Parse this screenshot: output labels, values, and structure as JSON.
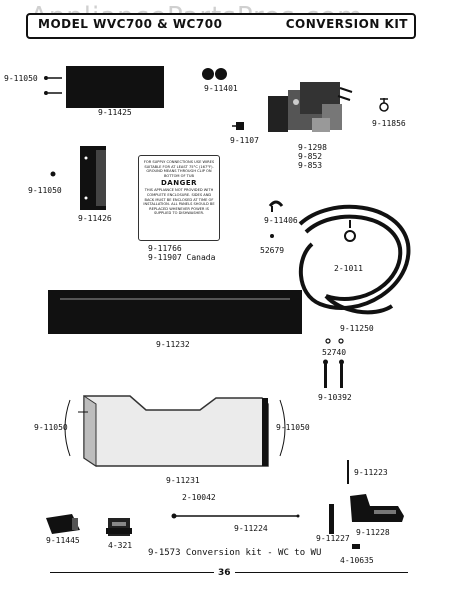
{
  "header": {
    "title_left": "MODEL WVC700 & WC700",
    "title_right": "CONVERSION KIT",
    "watermark": "AppliancePartsPros.com"
  },
  "parts": {
    "p_9_11050_a": "9-11050",
    "p_9_11425": "9-11425",
    "p_9_11401": "9-11401",
    "p_9_1107": "9-1107",
    "p_9_1298": "9-1298",
    "p_9_852": "9-852",
    "p_9_853": "9-853",
    "p_9_11856": "9-11856",
    "p_9_11050_b": "9-11050",
    "p_9_11426": "9-11426",
    "p_9_11766": "9-11766",
    "p_9_11907": "9-11907 Canada",
    "p_9_11406": "9-11406",
    "p_52679": "52679",
    "p_2_1011": "2-1011",
    "p_9_11250": "9-11250",
    "p_52740": "52740",
    "p_9_11232": "9-11232",
    "p_9_10392": "9-10392",
    "p_9_11050_c": "9-11050",
    "p_9_11050_d": "9-11050",
    "p_9_11231": "9-11231",
    "p_9_11223": "9-11223",
    "p_2_10042": "2-10042",
    "p_9_11224": "9-11224",
    "p_9_11227": "9-11227",
    "p_9_11228": "9-11228",
    "p_9_11445": "9-11445",
    "p_4_321": "4-321",
    "p_4_10635": "4-10635"
  },
  "label_card": {
    "top_text": "FOR SUPPLY CONNECTIONS USE WIRES SUITABLE FOR AT LEAST 75°C (167°F). GROUND MEANS THROUGH CLIP ON BOTTOM OF TUB",
    "danger": "DANGER",
    "body_text": "THIS APPLIANCE NOT PROVIDED WITH COMPLETE ENCLOSURE. SIDES AND BACK MUST BE ENCLOSED AT TIME OF INSTALLATION. ALL PANELS SHOULD BE REPLACED WHENEVER POWER IS SUPPLIED TO DISHWASHER."
  },
  "caption": "9-1573 Conversion kit - WC to WU",
  "page_number": "36"
}
